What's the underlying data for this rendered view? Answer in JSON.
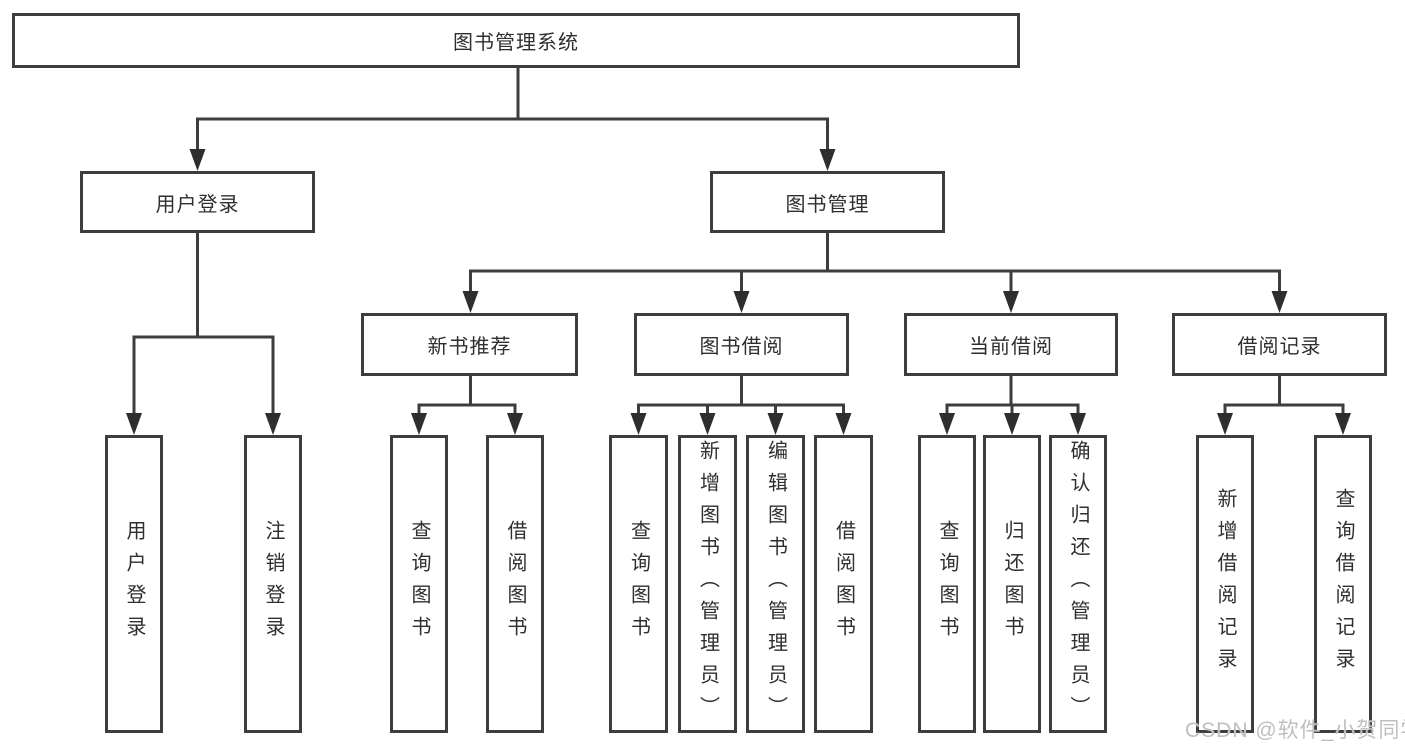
{
  "colors": {
    "line": "#3d3d3d",
    "box_border": "#3d3d3d",
    "text": "#2f2f2f",
    "background": "#ffffff",
    "watermark_text_color": "#bfbfbf"
  },
  "tree": {
    "root": "图书管理系统",
    "level2": [
      {
        "label": "用户登录",
        "leaves": [
          "用户登录",
          "注销登录"
        ]
      },
      {
        "label": "图书管理",
        "groups": [
          {
            "label": "新书推荐",
            "leaves": [
              "查询图书",
              "借阅图书"
            ]
          },
          {
            "label": "图书借阅",
            "leaves": [
              "查询图书",
              "新增图书（管理员）",
              "编辑图书（管理员）",
              "借阅图书"
            ]
          },
          {
            "label": "当前借阅",
            "leaves": [
              "查询图书",
              "归还图书",
              "确认归还（管理员）"
            ]
          },
          {
            "label": "借阅记录",
            "leaves": [
              "新增借阅记录",
              "查询借阅记录"
            ]
          }
        ]
      }
    ]
  },
  "watermark": {
    "text": "CSDN @软件_小贺同学"
  }
}
